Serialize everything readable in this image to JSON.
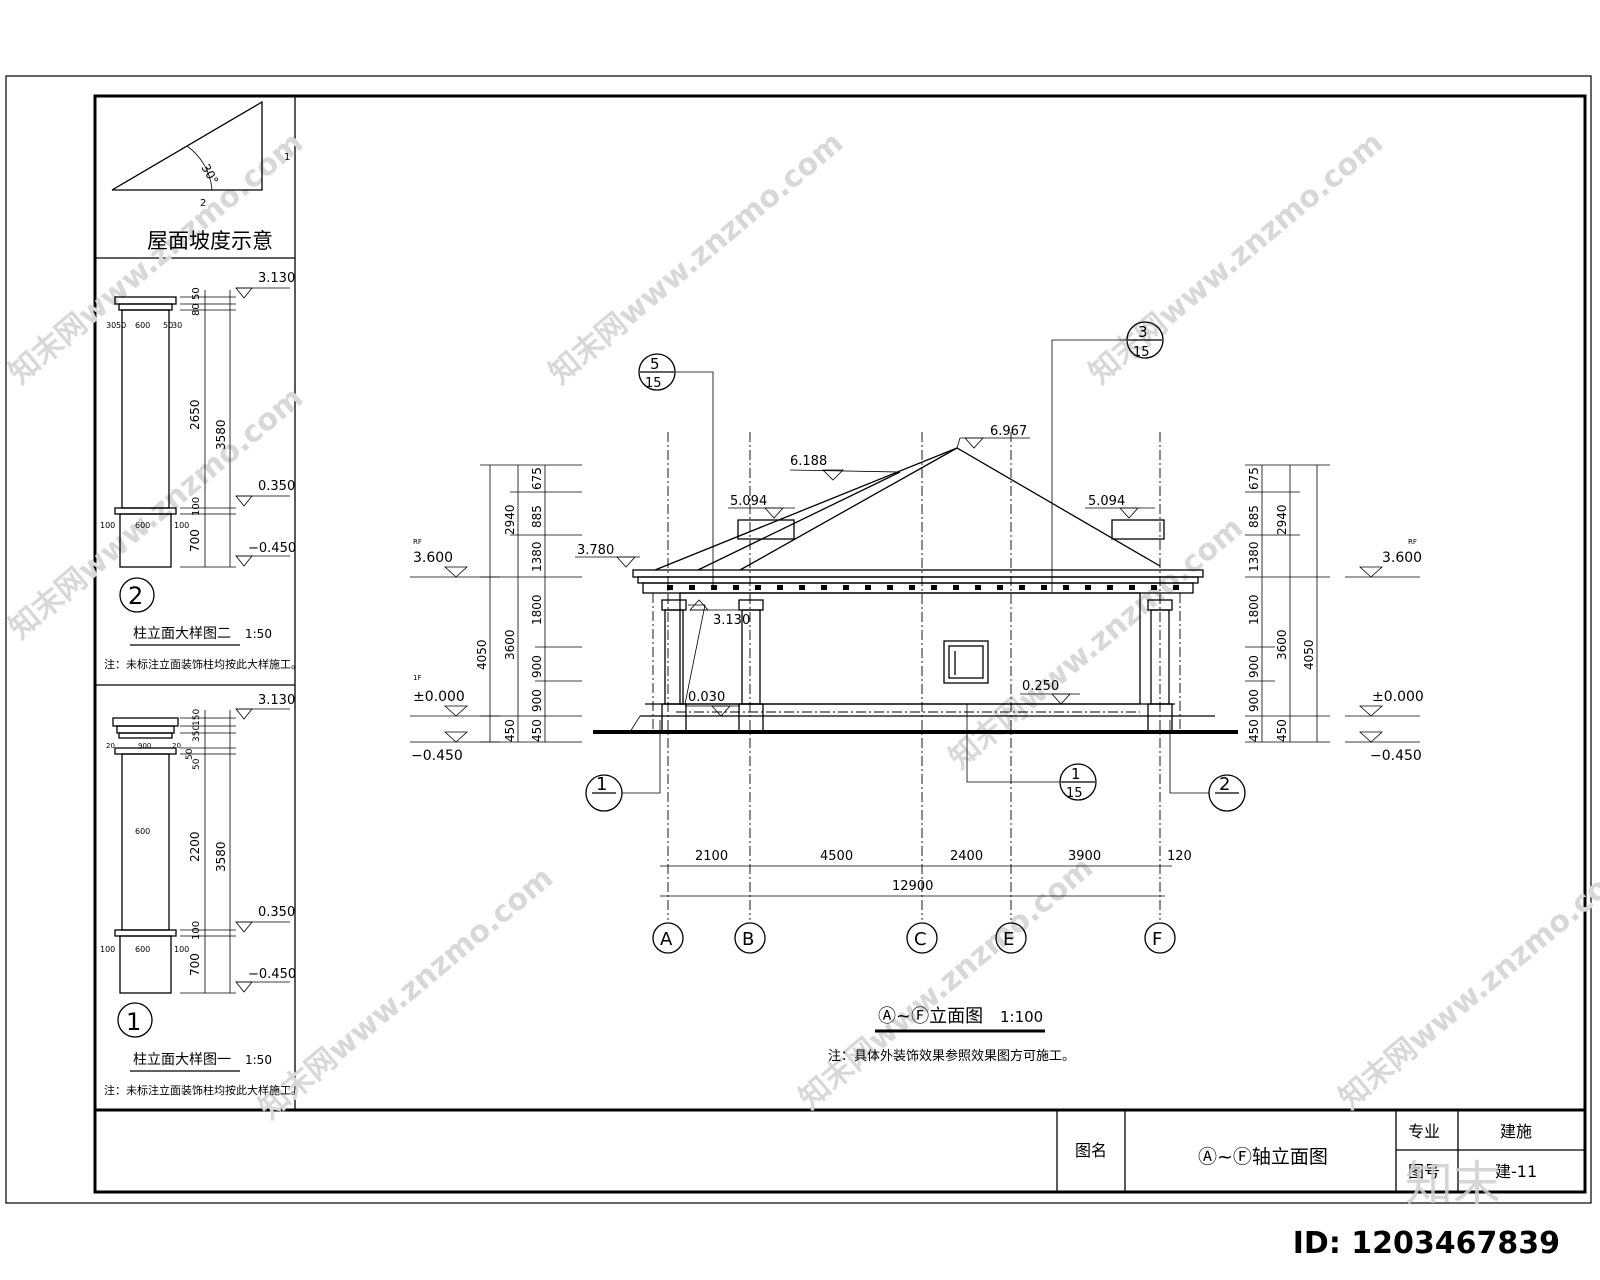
{
  "watermark": "知末网www.znzmo.com",
  "slope_detail": {
    "angle_label": "30°",
    "side_label": "1",
    "base_label": "2",
    "title": "屋面坡度示意"
  },
  "column_detail_2": {
    "marker": "2",
    "title": "柱立面大样图二",
    "scale": "1:50",
    "note": "注：未标注立面装饰柱均按此大样施工。",
    "elev_top": "3.130",
    "elev_mid": "0.350",
    "elev_bot": "−0.450",
    "dims_v": [
      "50",
      "80",
      "2650",
      "3580",
      "100",
      "700"
    ],
    "dims_h_top": [
      "30",
      "50",
      "600",
      "50",
      "30"
    ],
    "dims_h_bot": [
      "100",
      "600",
      "100"
    ]
  },
  "column_detail_1": {
    "marker": "1",
    "title": "柱立面大样图一",
    "scale": "1:50",
    "note": "注：未标注立面装饰柱均按此大样施工。",
    "elev_top": "3.130",
    "elev_mid": "0.350",
    "elev_bot": "−0.450",
    "dims_v": [
      "150",
      "350",
      "50",
      "50",
      "2200",
      "3580",
      "100",
      "700"
    ],
    "dims_h_top": [
      "20",
      "900",
      "20"
    ],
    "dims_h_mid": [
      "600"
    ],
    "dims_h_bot": [
      "100",
      "600",
      "100"
    ]
  },
  "elevation": {
    "title_label": "Ⓐ~Ⓕ立面图",
    "scale": "1:100",
    "note": "注：具体外装饰效果参照效果图方可施工。",
    "elevations": {
      "ridge": "6.967",
      "hip": "6.188",
      "left_eave": "5.094",
      "right_eave": "5.094",
      "eave": "3.780",
      "beam": "3.130",
      "floor": "0.030",
      "sill": "0.250",
      "left_top": "3.600",
      "right_top": "3.600",
      "left_ground": "±0.000",
      "right_ground": "±0.000",
      "left_bottom": "−0.450",
      "right_bottom": "−0.450",
      "floor_tag": "1F",
      "roof_tag": "RF"
    },
    "left_dims": {
      "outer": [
        "2940",
        "4050",
        "450"
      ],
      "middle": [
        "675",
        "885",
        "1380",
        "3600",
        "450"
      ],
      "inner": [
        "1800",
        "900",
        "900"
      ]
    },
    "right_dims": {
      "outer": [
        "2940",
        "4050",
        "450"
      ],
      "middle": [
        "675",
        "885",
        "1380",
        "3600",
        "450"
      ],
      "inner": [
        "1800",
        "900",
        "900"
      ]
    },
    "callouts": [
      {
        "num": "5",
        "den": "15"
      },
      {
        "num": "3",
        "den": "15"
      },
      {
        "num": "1",
        "den": "15"
      },
      {
        "num": "1",
        "den": ""
      },
      {
        "num": "2",
        "den": ""
      }
    ],
    "bay_dims": [
      "2100",
      "4500",
      "2400",
      "3900",
      "120"
    ],
    "total_dim": "12900",
    "axes": [
      "A",
      "B",
      "C",
      "E",
      "F"
    ]
  },
  "title_block": {
    "name_label": "图名",
    "drawing_name": "Ⓐ~Ⓕ轴立面图",
    "discipline_label": "专业",
    "discipline": "建施",
    "number_label": "图号",
    "number": "建-11"
  },
  "brand_mark": "知末",
  "image_id": "ID: 1203467839"
}
